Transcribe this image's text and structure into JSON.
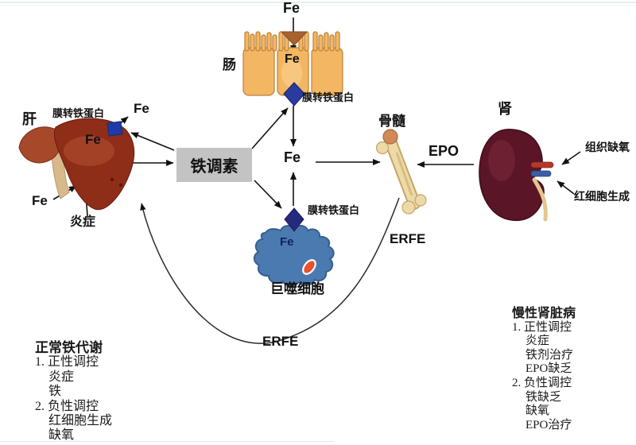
{
  "diagram": {
    "title_implicit": "铁调素铁代谢调控示意图",
    "labels": {
      "fe_top": "Fe",
      "intestine": "肠",
      "fe_enterocyte": "Fe",
      "ferroportin_intestine": "膜转铁蛋白",
      "liver": "肝",
      "ferroportin_liver": "膜转铁蛋白",
      "fe_liver_out": "Fe",
      "fe_liver": "Fe",
      "fe_input": "Fe",
      "inflammation": "炎症",
      "hepcidin": "铁调素",
      "fe_plasma": "Fe",
      "ferroportin_macrophage": "膜转铁蛋白",
      "fe_macrophage": "Fe",
      "macrophage": "巨噬细胞",
      "bone_marrow": "骨髓",
      "epo": "EPO",
      "kidney": "肾",
      "tissue_hypoxia": "组织缺氧",
      "erythropoiesis": "红细胞生成",
      "erfe_upper": "ERFE",
      "erfe_lower": "ERFE"
    },
    "legend_left": {
      "title": "正常铁代谢",
      "items": [
        {
          "text": "1. 正性调控"
        },
        {
          "text": "炎症"
        },
        {
          "text": "铁"
        },
        {
          "text": "2. 负性调控"
        },
        {
          "text": "红细胞生成"
        },
        {
          "text": "缺氧"
        }
      ]
    },
    "legend_right": {
      "title": "慢性肾脏病",
      "items": [
        {
          "text": "1. 正性调控"
        },
        {
          "text": "炎症"
        },
        {
          "text": "铁剂治疗"
        },
        {
          "text": "EPO缺乏"
        },
        {
          "text": "2. 负性调控"
        },
        {
          "text": "铁缺乏"
        },
        {
          "text": "缺氧"
        },
        {
          "text": "EPO治疗"
        }
      ]
    },
    "colors": {
      "ferroportin_blue": "#283593",
      "hepcidin_box_gray": "#c3c3c3",
      "macrophage_blue": "#4a7ab0",
      "intestine_orange": "#f3b763",
      "dmt1_brown": "#a8622d",
      "liver_red": "#8e2d18",
      "kidney_maroon": "#5a1526",
      "bone_beige": "#ecdaa9",
      "red_cell_orange": "#e8502e"
    }
  }
}
